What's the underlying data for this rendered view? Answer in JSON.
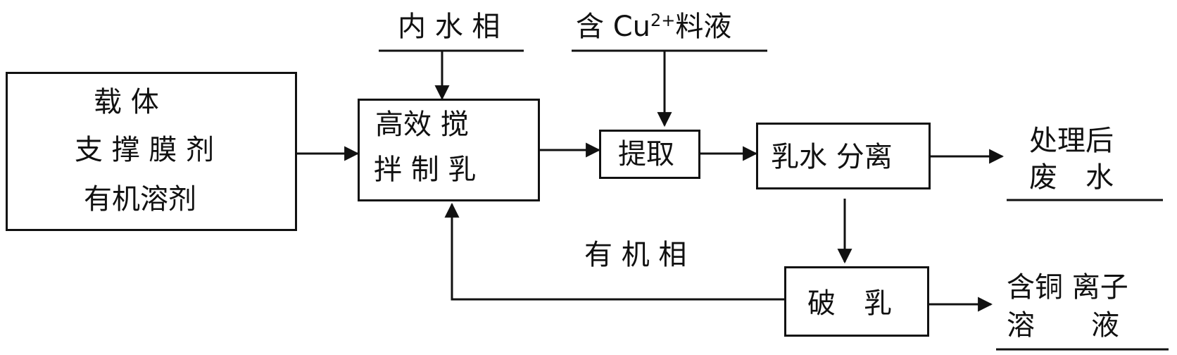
{
  "inputs": {
    "inner_water_phase": "内 水 相",
    "feed_prefix": "含 Cu",
    "feed_superscript": "2+",
    "feed_suffix": "料液"
  },
  "nodes": {
    "membrane_mix": {
      "line1": "载 体",
      "line2": "支 撑 膜 剂",
      "line3": "有机溶剂"
    },
    "emulsify": {
      "line1": "高效 搅",
      "line2": "拌 制 乳"
    },
    "extract": "提取",
    "separation": "乳水 分离",
    "demulsify": "破　乳"
  },
  "outputs": {
    "treated_wastewater_line1": "处理后",
    "treated_wastewater_line2": "废　水",
    "copper_solution_line1": "含铜 离子",
    "copper_solution_line2": "溶　　液"
  },
  "edge_labels": {
    "organic_phase": "有 机 相"
  },
  "colors": {
    "stroke": "#111111",
    "background": "#ffffff"
  }
}
